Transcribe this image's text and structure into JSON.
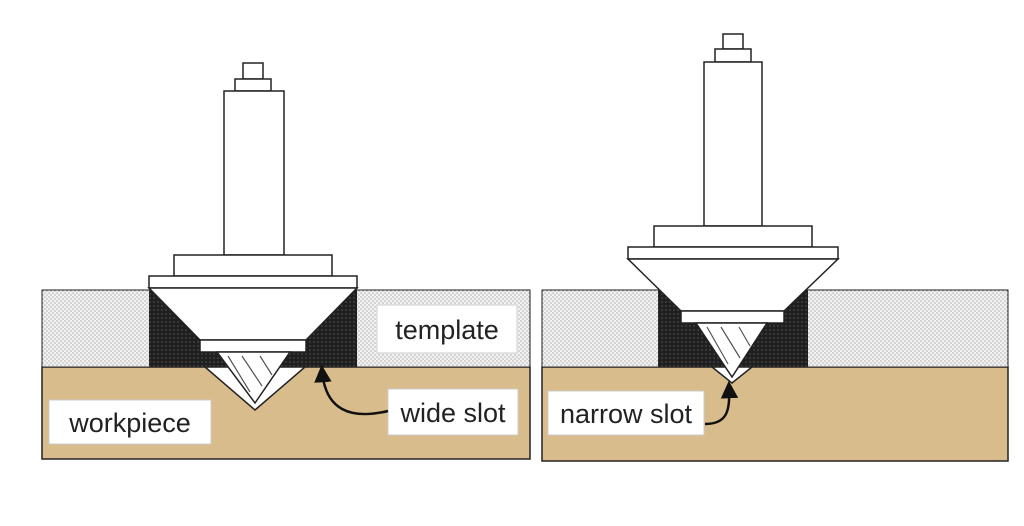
{
  "labels": {
    "template": "template",
    "workpiece": "workpiece",
    "wide_slot": "wide slot",
    "narrow_slot": "narrow slot"
  },
  "colors": {
    "workpiece": "#d9bc8c",
    "template_stipple": "#e8e8e8",
    "slot_walls": "#2b2b2b",
    "outline": "#222222",
    "label_box": "#ffffff"
  },
  "icons": {
    "arrow": "curved-arrow-icon"
  }
}
